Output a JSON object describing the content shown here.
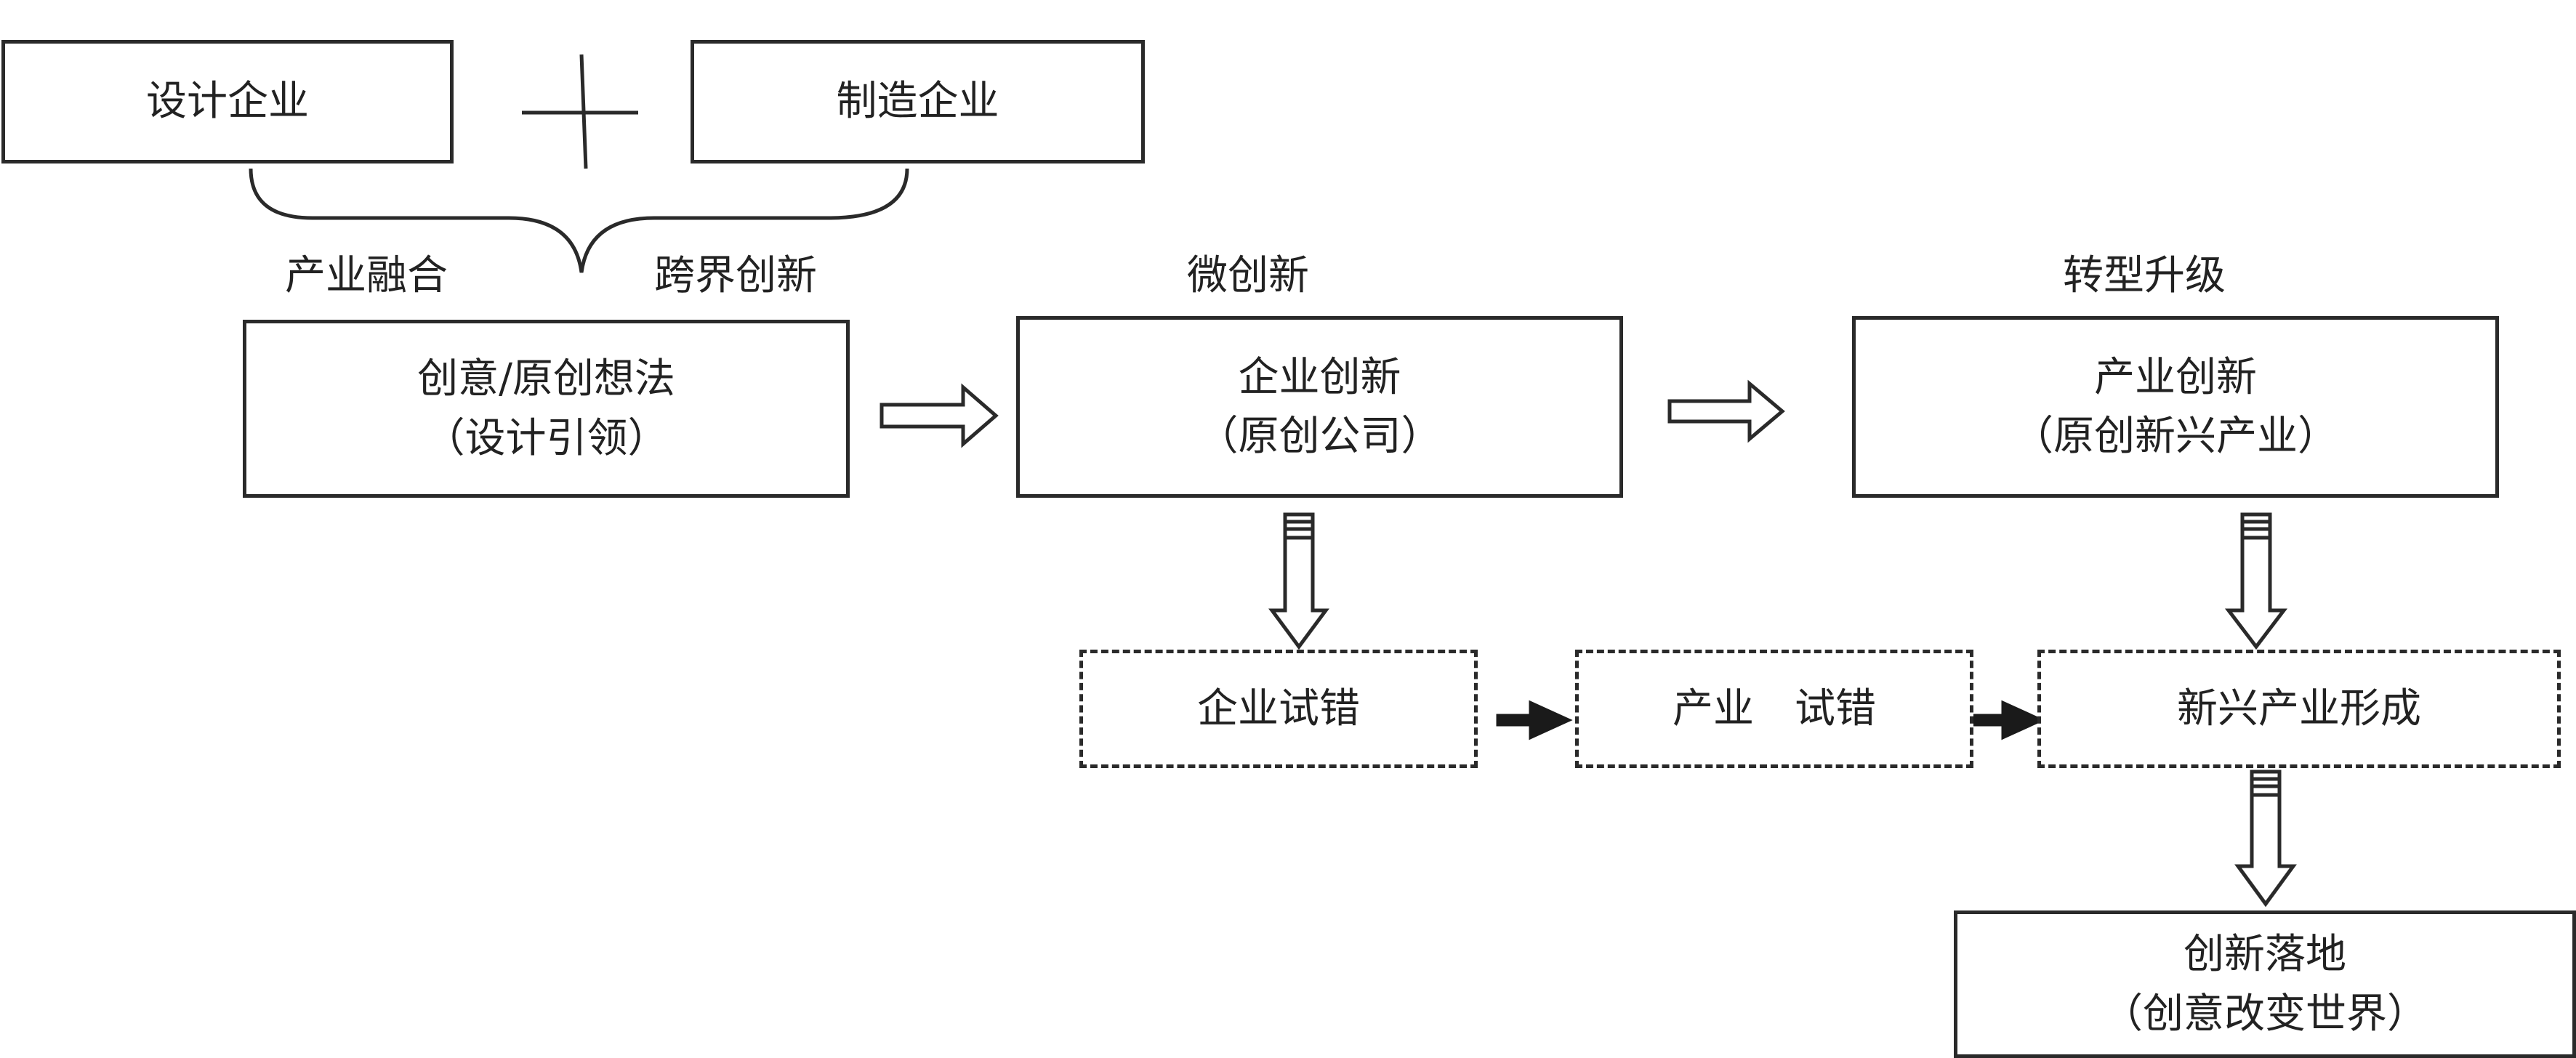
{
  "top": {
    "design_enterprise": "设计企业",
    "manufacturing_enterprise": "制造企业",
    "industry_fusion": "产业融合",
    "cross_border_innovation": "跨界创新"
  },
  "stage_labels": {
    "micro_innovation": "微创新",
    "transformation_upgrade": "转型升级"
  },
  "boxes": {
    "idea": {
      "line1": "创意/原创想法",
      "line2": "（设计引领）"
    },
    "enterprise_innovation": {
      "line1": "企业创新",
      "line2": "（原创公司）"
    },
    "industry_innovation": {
      "line1": "产业创新",
      "line2": "（原创新兴产业）"
    },
    "enterprise_trial": {
      "line1": "企业试错"
    },
    "industry_trial": {
      "line1": "产业　试错"
    },
    "new_industry": {
      "line1": "新兴产业形成"
    },
    "landing": {
      "line1": "创新落地",
      "line2": "（创意改变世界）"
    }
  }
}
